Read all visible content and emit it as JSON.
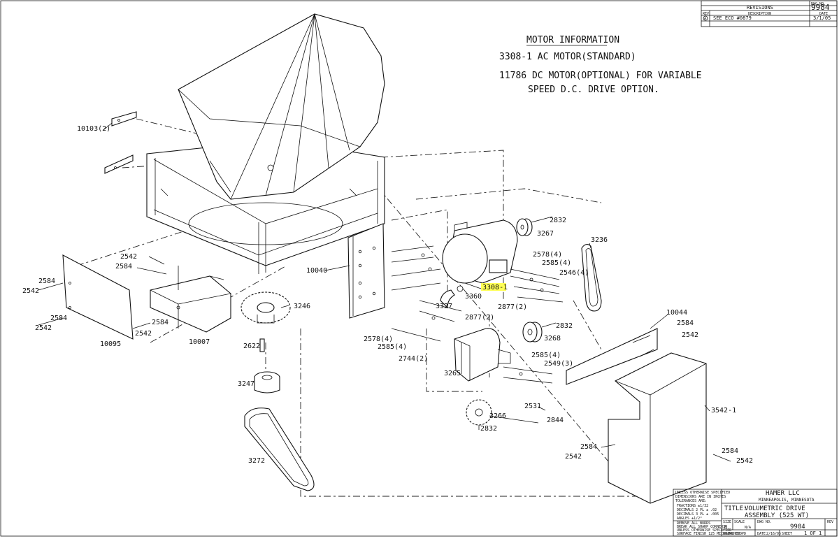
{
  "revision_block": {
    "dwg_no_label": "DWG NO.",
    "dwg_no": "9984",
    "title": "REVISIONS",
    "col_rev": "REV",
    "col_desc": "DESCRIPTION",
    "col_date": "DATE",
    "rows": [
      {
        "rev": "A",
        "description": "SEE ECO #0879",
        "date": "3/1/05"
      }
    ]
  },
  "motor_info": {
    "heading": "MOTOR INFORMATION",
    "line1": "3308-1  AC  MOTOR(STANDARD)",
    "line2": "11786  DC MOTOR(OPTIONAL) FOR VARIABLE",
    "line3": "SPEED D.C. DRIVE OPTION."
  },
  "part_labels": {
    "p10103": "10103(2)",
    "p2542_a": "2542",
    "p2584_a": "2584",
    "p2584_b": "2584",
    "p2542_b": "2542",
    "p2584_c": "2584",
    "p2542_c": "2542",
    "p2584_d": "2584",
    "p2542_d": "2542",
    "p10095": "10095",
    "p10007": "10007",
    "p3246": "3246",
    "p2622": "2622",
    "p3247": "3247",
    "p3272": "3272",
    "p10040": "10040",
    "p3327": "3327",
    "p3360": "3360",
    "p3308_1": "3308-1",
    "p2877_a": "2877(2)",
    "p2877_b": "2877(2)",
    "p3267": "3267",
    "p2832_a": "2832",
    "p3236": "3236",
    "p2578_a": "2578(4)",
    "p2585_a": "2585(4)",
    "p2546": "2546(4)",
    "p2578_b": "2578(4)",
    "p2585_b": "2585(4)",
    "p2744": "2744(2)",
    "p2832_b": "2832",
    "p3268": "3268",
    "p2585_c": "2585(4)",
    "p2549": "2549(3)",
    "p3265": "3265",
    "p2531": "2531",
    "p3266": "3266",
    "p2844": "2844",
    "p2832_c": "2832",
    "p10044": "10044",
    "p2584_e": "2584",
    "p2542_e": "2542",
    "p3542_1": "3542-1",
    "p2584_f": "2584",
    "p2542_f": "2542",
    "p2584_g": "2584",
    "p2542_g": "2542"
  },
  "title_block": {
    "company": "HAMER LLC",
    "location": "MINNEAPOLIS, MINNESOTA",
    "title_label": "TITLE:",
    "title_line1": "VOLUMETRIC DRIVE",
    "title_line2": "ASSEMBLY (525 WT)",
    "size_label": "SIZE",
    "size": "B",
    "scale_label": "SCALE",
    "scale": "N/A",
    "dwg_no_label": "DWG NO.",
    "dwg_no": "9984",
    "rev_label": "REV",
    "drawn_label": "DRAWN BY",
    "drawn_by": "DPD",
    "date_label": "DATE",
    "date": "2/16/05",
    "sheet_label": "SHEET",
    "sheet": "1  OF  1",
    "tolerance_lines": [
      "UNLESS OTHERWISE SPECIFIED",
      "DIMENSIONS ARE IN INCHES",
      "TOLERANCES ARE:",
      "FRACTIONS ±1/32",
      "DECIMALS 2 PL ± .02",
      "DECIMALS 3 PL ± .005",
      "ANGLES ±1/2°"
    ],
    "notes": [
      "REMOVE ALL BURRS",
      "BREAK ALL SHARP CORNERS",
      "UNLESS OTHERWISE SPECIFIED",
      "SURFACE FINISH 125 MICROINCHES"
    ]
  },
  "highlight_color": "#ffff55"
}
